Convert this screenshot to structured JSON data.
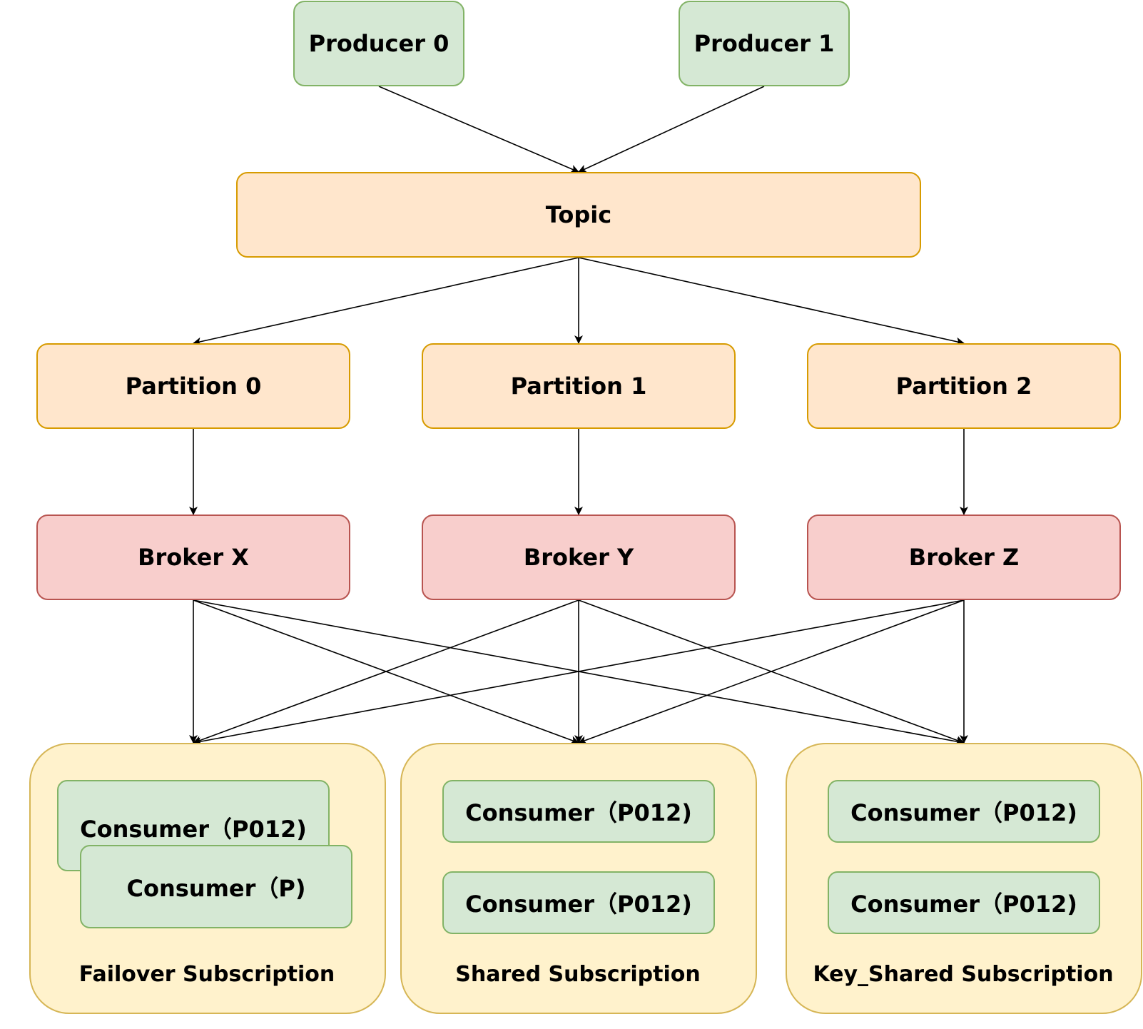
{
  "producers": [
    "Producer 0",
    "Producer 1"
  ],
  "topic": "Topic",
  "partitions": [
    "Partition 0",
    "Partition 1",
    "Partition 2"
  ],
  "brokers": [
    "Broker X",
    "Broker Y",
    "Broker Z"
  ],
  "subscriptions": [
    {
      "label": "Failover Subscription",
      "consumers": [
        "Consumer（P012)",
        "Consumer（P)"
      ]
    },
    {
      "label": "Shared Subscription",
      "consumers": [
        "Consumer（P012)",
        "Consumer（P012)"
      ]
    },
    {
      "label": "Key_Shared Subscription",
      "consumers": [
        "Consumer（P012)",
        "Consumer（P012)"
      ]
    }
  ],
  "colors": {
    "producer_fill": "#d5e8d4",
    "producer_stroke": "#82b366",
    "topic_fill": "#ffe6cc",
    "topic_stroke": "#d79b00",
    "broker_fill": "#f8cecc",
    "broker_stroke": "#b85450",
    "subscription_fill": "#fff2cc",
    "subscription_stroke": "#d6b656"
  }
}
